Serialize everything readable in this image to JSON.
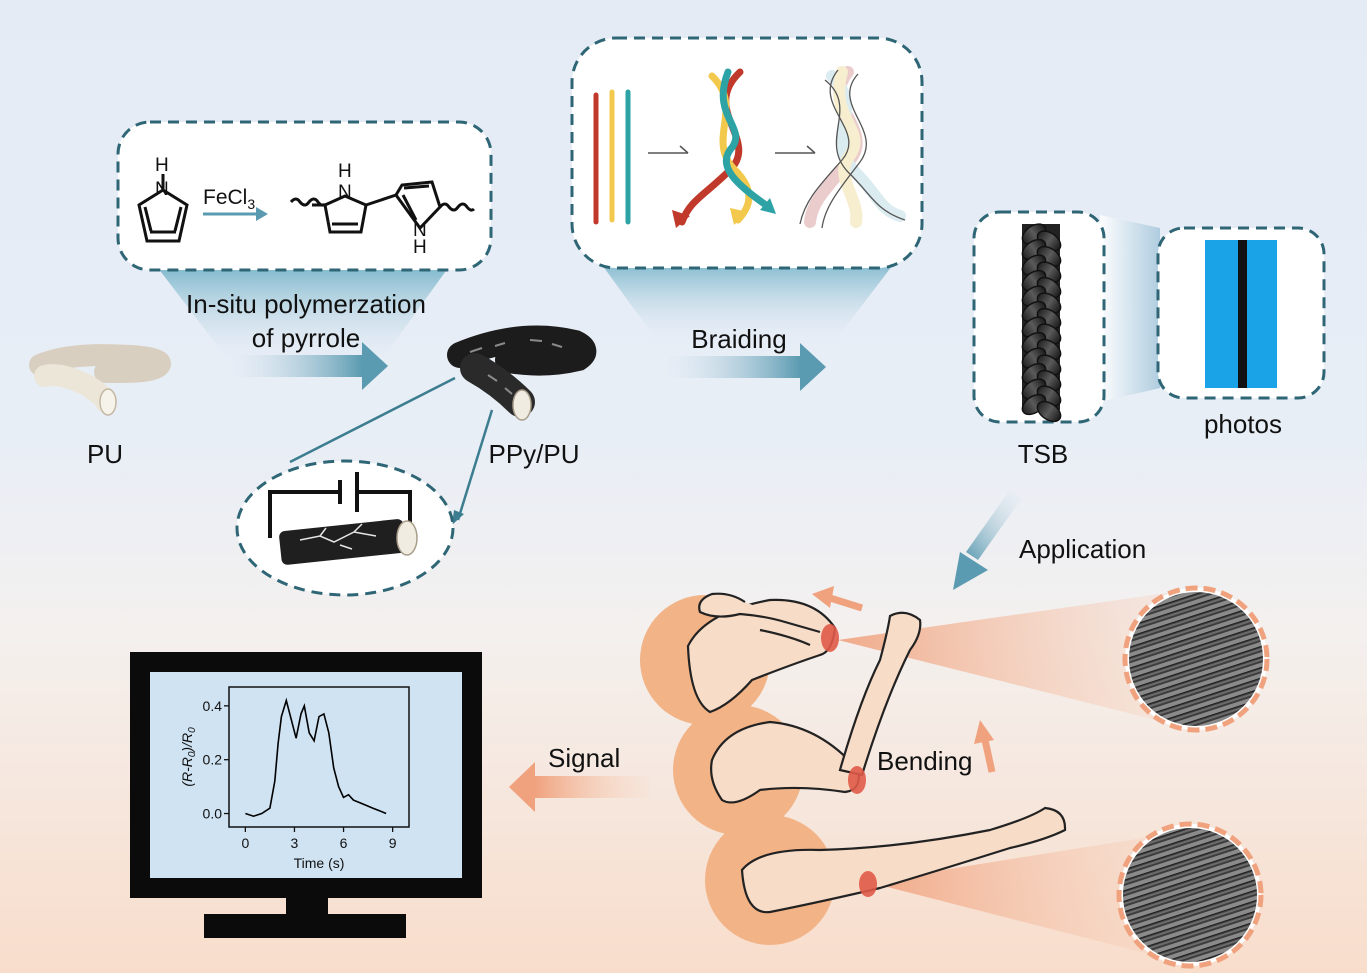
{
  "labels": {
    "pu": "PU",
    "ppy_pu": "PPy/PU",
    "polymerization_line1": "In-situ polymerzation",
    "polymerization_line2": "of pyrrole",
    "braiding": "Braiding",
    "tsb": "TSB",
    "photos": "photos",
    "application": "Application",
    "bending": "Bending",
    "signal": "Signal"
  },
  "chemistry": {
    "n_atom": "N",
    "h_atom": "H",
    "reagent": "FeCl",
    "reagent_subscript": "3"
  },
  "colors": {
    "dashed_border": "#2f6676",
    "arrow_blue": "#5b9bb1",
    "arrow_orange": "#f0a27e",
    "fiber_red": "#c0392b",
    "fiber_yellow": "#f2c94c",
    "fiber_teal": "#2ea3a6",
    "photo_blue": "#1aa3e6",
    "skin": "#f7dcc8",
    "skin_shadow": "#f0b990",
    "monitor_screen": "#cfe3f3"
  },
  "chart_data": {
    "type": "line",
    "xlabel": "Time (s)",
    "ylabel": "(R-R0)/R0",
    "ylabel_parts": [
      "(R-R",
      "0",
      ")/R",
      "0"
    ],
    "xlim": [
      -1,
      10
    ],
    "ylim": [
      -0.05,
      0.47
    ],
    "xticks": [
      0,
      3,
      6,
      9
    ],
    "xtick_labels": [
      "0",
      "3",
      "6",
      "9"
    ],
    "yticks": [
      0.0,
      0.2,
      0.4
    ],
    "ytick_labels": [
      "0.0",
      "0.2",
      "0.4"
    ],
    "grid": false,
    "series": [
      {
        "x": [
          0,
          0.5,
          1.0,
          1.5,
          1.8,
          2.0,
          2.2,
          2.5,
          2.8,
          3.1,
          3.4,
          3.6,
          3.9,
          4.2,
          4.5,
          4.8,
          5.1,
          5.4,
          5.7,
          6.0,
          6.3,
          6.6,
          7.0,
          7.4,
          7.8,
          8.2,
          8.6
        ],
        "y": [
          0.0,
          -0.01,
          0.0,
          0.02,
          0.12,
          0.26,
          0.36,
          0.42,
          0.35,
          0.28,
          0.37,
          0.4,
          0.3,
          0.27,
          0.36,
          0.37,
          0.3,
          0.17,
          0.1,
          0.06,
          0.07,
          0.05,
          0.04,
          0.03,
          0.02,
          0.01,
          0.0
        ]
      }
    ]
  }
}
